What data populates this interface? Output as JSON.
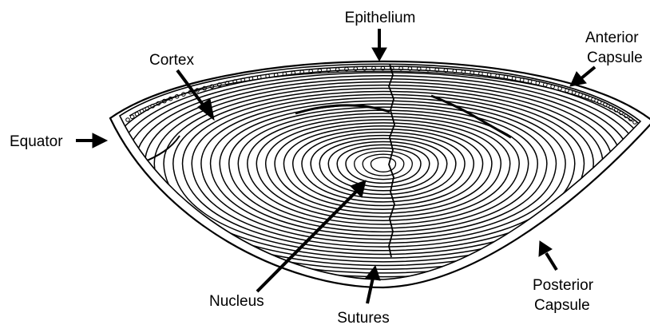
{
  "labels": {
    "epithelium": "Epithelium",
    "cortex": "Cortex",
    "anterior_line1": "Anterior",
    "anterior_line2": "Capsule",
    "equator": "Equator",
    "nucleus": "Nucleus",
    "sutures": "Sutures",
    "posterior_line1": "Posterior",
    "posterior_line2": "Capsule"
  },
  "colors": {
    "stroke": "#000000",
    "background": "#ffffff"
  }
}
